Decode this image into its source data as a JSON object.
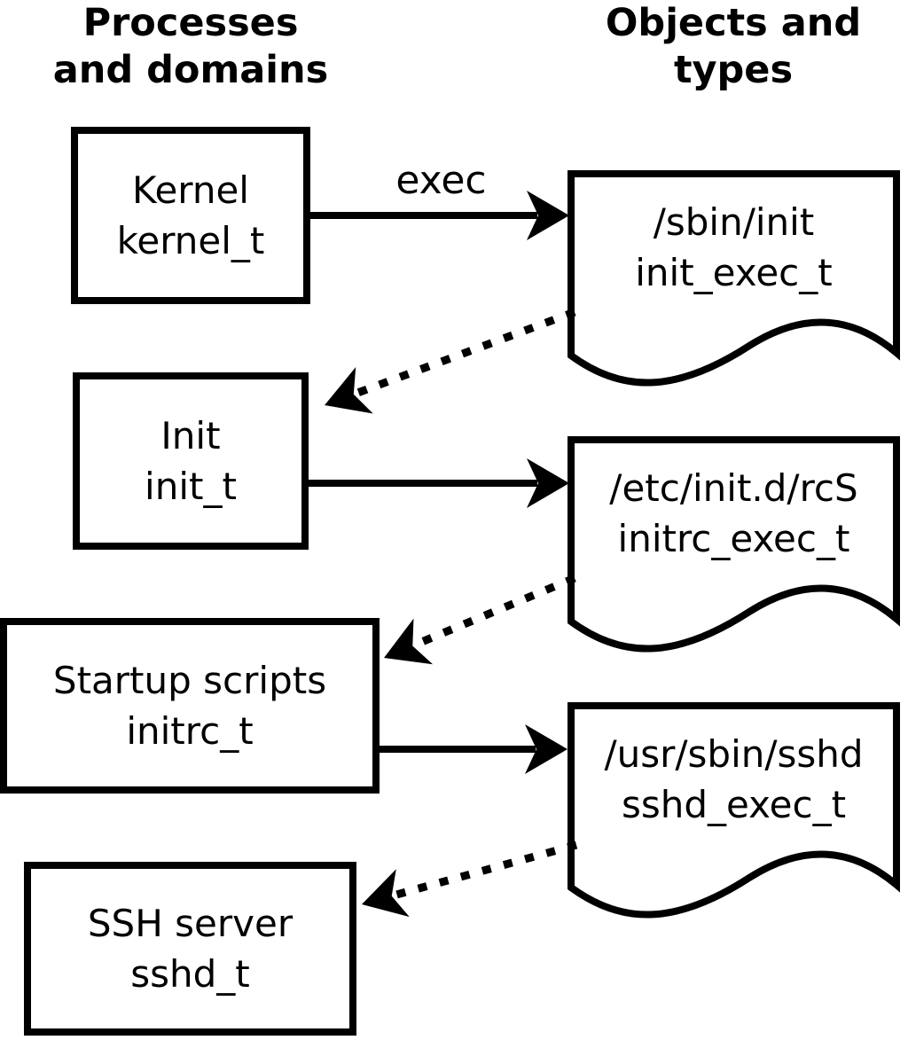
{
  "column_headings": {
    "left": {
      "line1": "Processes",
      "line2": "and domains"
    },
    "right": {
      "line1": "Objects and",
      "line2": "types"
    }
  },
  "process_nodes": [
    {
      "id": "kernel",
      "name": "Kernel",
      "type_label": "kernel_t"
    },
    {
      "id": "init",
      "name": "Init",
      "type_label": "init_t"
    },
    {
      "id": "startup-scripts",
      "name": "Startup scripts",
      "type_label": "initrc_t"
    },
    {
      "id": "ssh-server",
      "name": "SSH server",
      "type_label": "sshd_t"
    }
  ],
  "object_nodes": [
    {
      "id": "sbin-init",
      "path": "/sbin/init",
      "type_label": "init_exec_t"
    },
    {
      "id": "etc-initd-rcs",
      "path": "/etc/init.d/rcS",
      "type_label": "initrc_exec_t"
    },
    {
      "id": "usr-sbin-sshd",
      "path": "/usr/sbin/sshd",
      "type_label": "sshd_exec_t"
    }
  ],
  "edges": [
    {
      "from": "kernel",
      "to": "sbin-init",
      "style": "solid",
      "label": "exec"
    },
    {
      "from": "sbin-init",
      "to": "init",
      "style": "dotted",
      "label": ""
    },
    {
      "from": "init",
      "to": "etc-initd-rcs",
      "style": "solid",
      "label": ""
    },
    {
      "from": "etc-initd-rcs",
      "to": "startup-scripts",
      "style": "dotted",
      "label": ""
    },
    {
      "from": "startup-scripts",
      "to": "usr-sbin-sshd",
      "style": "solid",
      "label": ""
    },
    {
      "from": "usr-sbin-sshd",
      "to": "ssh-server",
      "style": "dotted",
      "label": ""
    }
  ],
  "colors": {
    "ink": "#000000",
    "paper": "#ffffff"
  }
}
